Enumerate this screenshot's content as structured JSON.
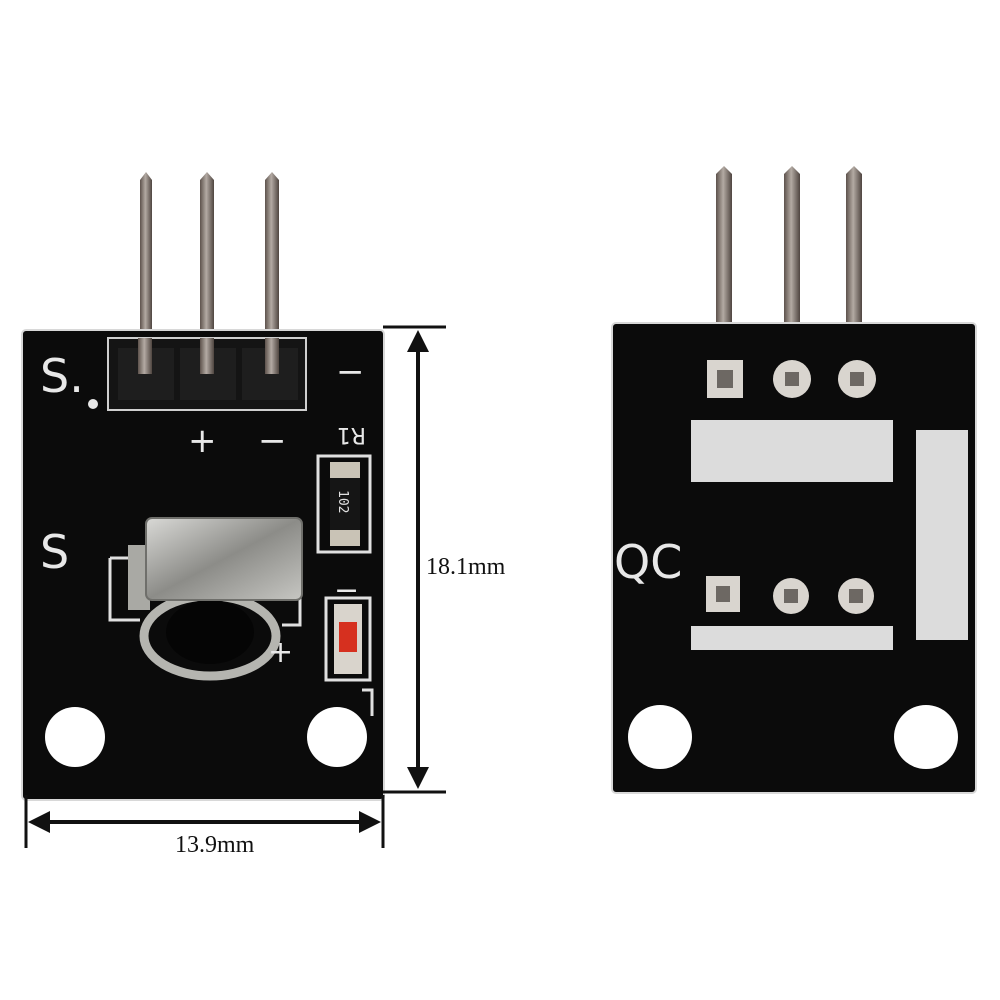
{
  "front_board": {
    "signal_label_top": "S.",
    "signal_label_mid": "S",
    "plus_label": "+",
    "minus_label": "−",
    "minus_label_right": "−",
    "resistor_ref": "R1",
    "resistor_value": "102",
    "sensor_plus": "+",
    "led_minus": "−"
  },
  "back_board": {
    "qc_label": "QC"
  },
  "dimensions": {
    "height_label": "18.1mm",
    "width_label": "13.9mm"
  },
  "colors": {
    "pcb": "#0b0b0b",
    "silkscreen": "#e8e8e8",
    "pin_metal": "#8a7f78",
    "dimension_line": "#111111"
  }
}
